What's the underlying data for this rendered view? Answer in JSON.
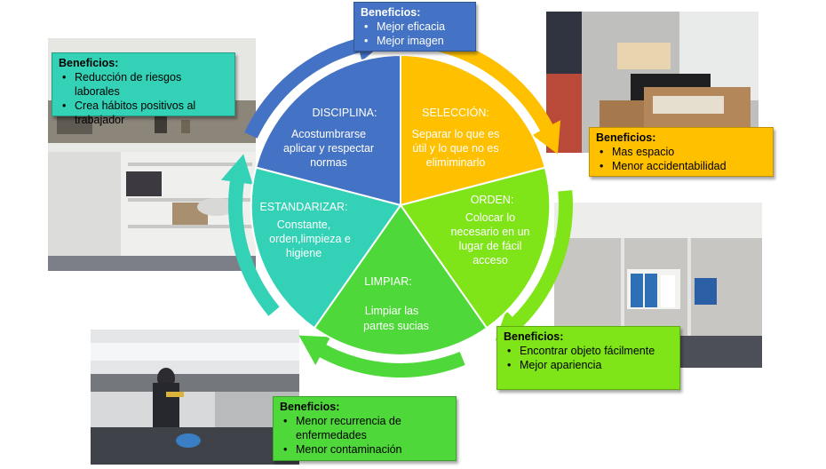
{
  "colors": {
    "disciplina": "#4472c4",
    "seleccion": "#ffc000",
    "orden": "#7fe418",
    "limpiar": "#4fd83a",
    "estandarizar": "#33d1b6"
  },
  "segments": {
    "disciplina": {
      "title": "DISCIPLINA:",
      "lines": [
        "Acostumbrarse",
        "aplicar y respectar",
        "normas"
      ]
    },
    "seleccion": {
      "title": "SELECCIÓN:",
      "lines": [
        "Separar lo que es",
        "útil y lo que no es",
        "elimiminarlo"
      ]
    },
    "orden": {
      "title": "ORDEN:",
      "lines": [
        "Colocar lo",
        "necesario en un",
        "lugar de fácil",
        "acceso"
      ]
    },
    "limpiar": {
      "title": "LIMPIAR:",
      "lines": [
        "Limpiar las",
        "partes sucias"
      ]
    },
    "estandarizar": {
      "title": "ESTANDARIZAR:",
      "lines": [
        "Constante,",
        "orden,limpieza e",
        "higiene"
      ]
    }
  },
  "boxes": {
    "disciplina": {
      "title": "Beneficios:",
      "items": [
        "Mejor eficacia",
        "Mejor imagen"
      ]
    },
    "seleccion": {
      "title": "Beneficios:",
      "items": [
        "Mas espacio",
        "Menor accidentabilidad"
      ]
    },
    "orden": {
      "title": "Beneficios:",
      "items": [
        "Encontrar objeto fácilmente",
        "Mejor apariencia"
      ]
    },
    "limpiar": {
      "title": "Beneficios:",
      "items": [
        "Menor recurrencia de enfermedades",
        "Menor contaminación"
      ]
    },
    "estandarizar": {
      "title": "Beneficios:",
      "items": [
        "Reducción de riesgos laborales",
        "Crea hábitos positivos al trabajador"
      ]
    }
  }
}
